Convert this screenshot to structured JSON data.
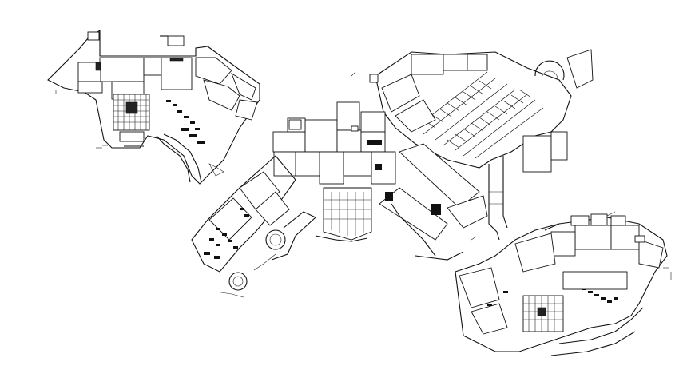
{
  "drawing": {
    "background": "#ffffff",
    "line_color": "#111111"
  },
  "plans": [
    {
      "id": "plan-upper-left"
    },
    {
      "id": "plan-center-main"
    },
    {
      "id": "plan-lower-right"
    }
  ]
}
